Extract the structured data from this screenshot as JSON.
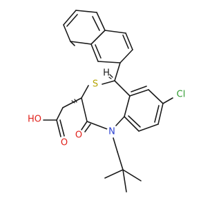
{
  "labels": {
    "sulfur": "S",
    "chlorine": "Cl",
    "nitrogen": "N",
    "ketone_oxygen": "O",
    "acid_hydroxyl": "HO",
    "acid_oxygen": "O",
    "stereo_h": "H"
  },
  "colors": {
    "bond": "#1a1a1a",
    "sulfur": "#b5a400",
    "chlorine": "#2e9a2e",
    "nitrogen": "#2a3fd0",
    "oxygen": "#e0201a",
    "hydrogen": "#1a1a1a"
  }
}
